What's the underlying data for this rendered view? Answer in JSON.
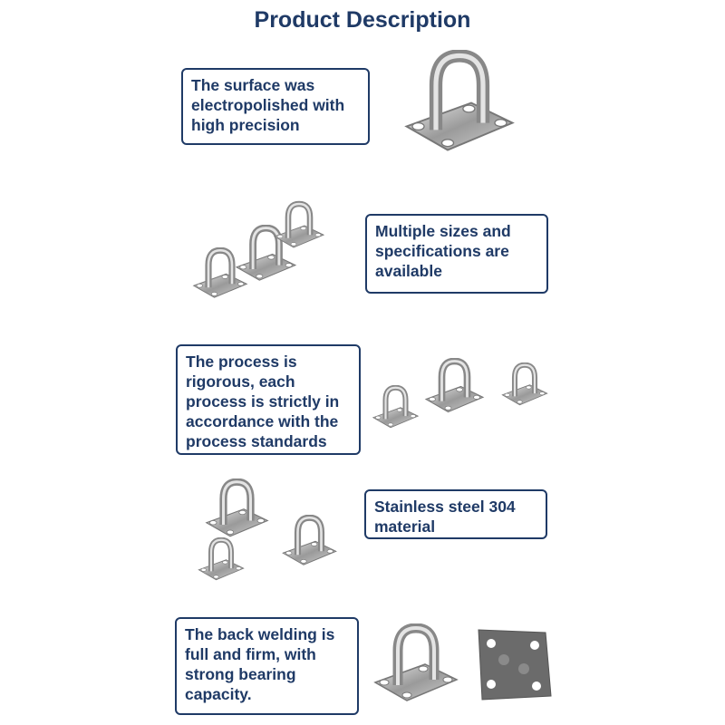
{
  "title": "Product Description",
  "sections": [
    {
      "text": "The surface was electropolished with high precision",
      "image": "single-pad-eye-plate"
    },
    {
      "text": "Multiple sizes and specifications are available",
      "image": "three-pad-eyes-sizes"
    },
    {
      "text": "The process is rigorous, each process is strictly in accordance with the process standards",
      "image": "three-pad-eyes-row"
    },
    {
      "text": "Stainless steel 304 material",
      "image": "three-pad-eyes-group"
    },
    {
      "text": "The back welding is full and firm, with strong bearing capacity.",
      "image": "pad-eye-front-and-back"
    }
  ],
  "colors": {
    "accent": "#1f3a66",
    "steel": "#a8a8a8"
  }
}
